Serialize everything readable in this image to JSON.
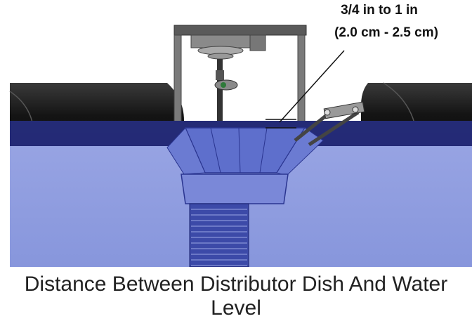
{
  "callout": {
    "line1": "3/4 in to 1 in",
    "line2": "(2.0 cm - 2.5 cm)"
  },
  "caption": {
    "line1": "Distance Between Distributor Dish And Water",
    "line2": "Level"
  },
  "colors": {
    "water_surface_band": "#1d2470",
    "water_body": "#8f9de0",
    "trough_dark": "#1c1c1c",
    "dish_blue": "#5e6fcc",
    "frame_gray": "#6e6e6e"
  }
}
